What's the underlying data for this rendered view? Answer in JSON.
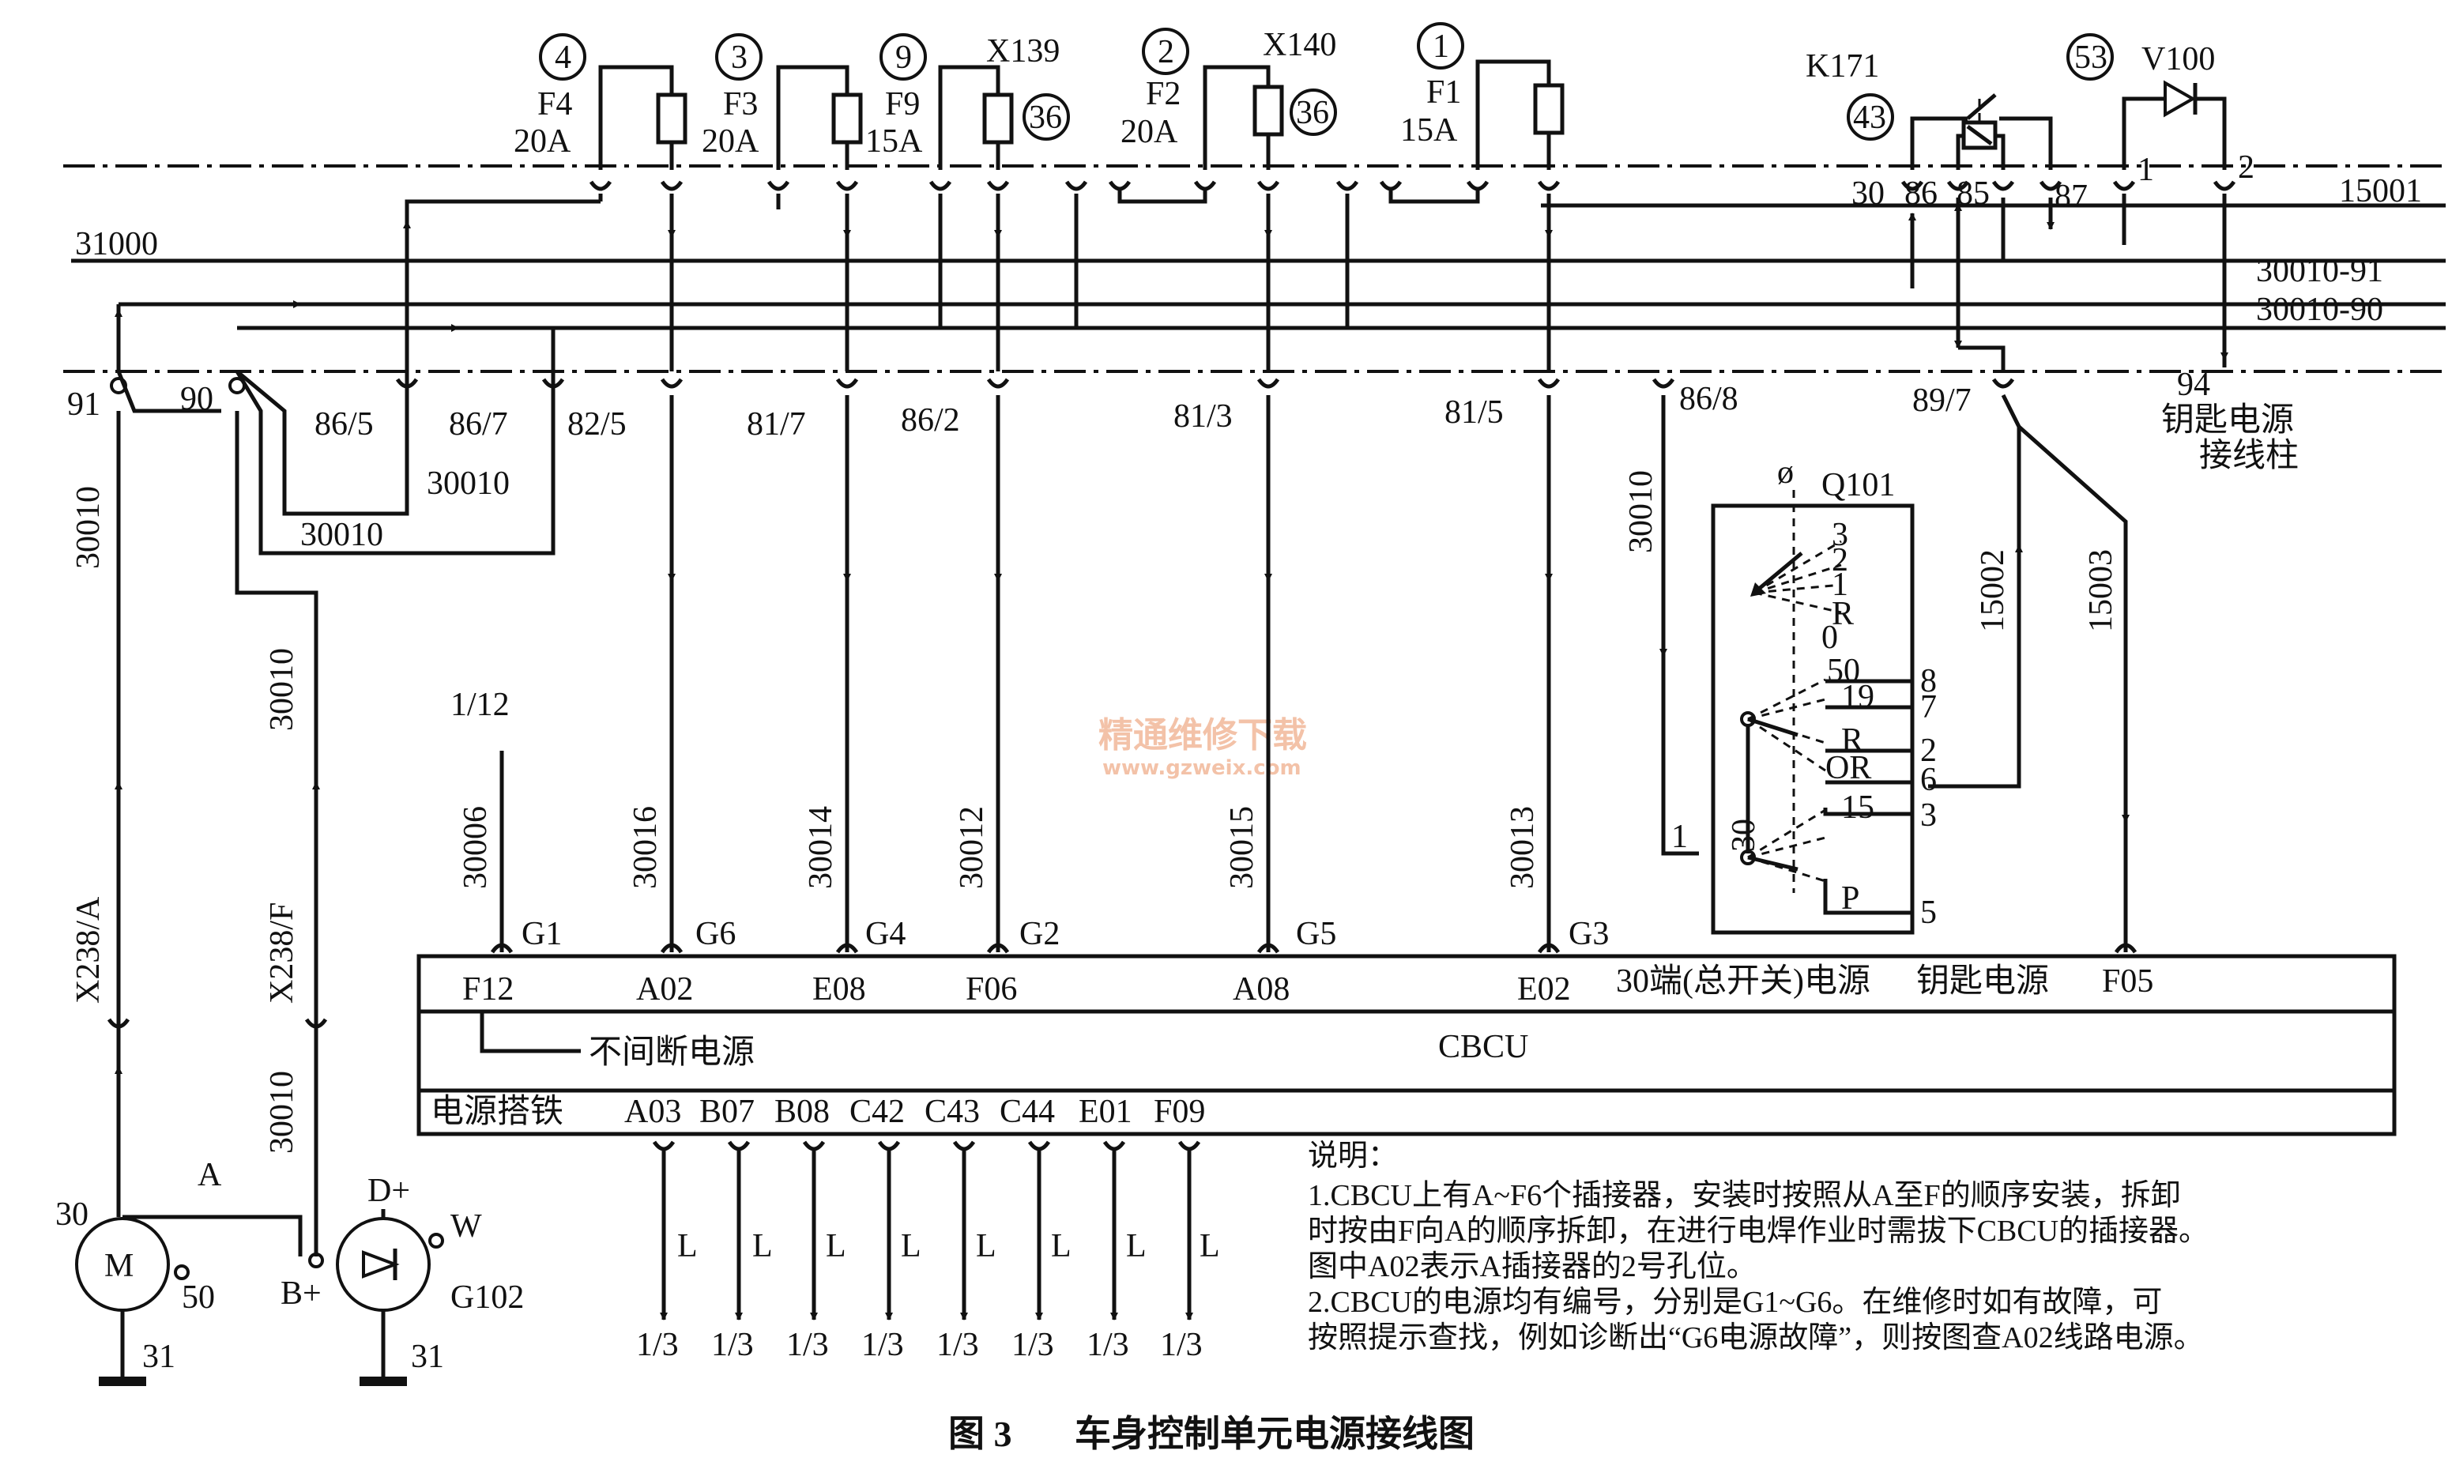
{
  "fuses": [
    {
      "circle": "4",
      "name": "F4",
      "rating": "20A"
    },
    {
      "circle": "3",
      "name": "F3",
      "rating": "20A"
    },
    {
      "circle": "9",
      "name": "F9",
      "rating": "15A"
    },
    {
      "circle": "2",
      "name": "F2",
      "rating": "20A"
    },
    {
      "circle": "1",
      "name": "F1",
      "rating": "15A"
    }
  ],
  "connectors_top": {
    "x139": "X139",
    "x140": "X140",
    "c36": "36"
  },
  "relay": {
    "name": "K171",
    "circle": "43",
    "pins": [
      "30",
      "86",
      "85",
      "87"
    ]
  },
  "diode": {
    "name": "V100",
    "circle": "53",
    "pins": [
      "1",
      "2"
    ]
  },
  "buses": {
    "b15001": "15001",
    "b31000": "31000",
    "b91": "30010-91",
    "b90": "30010-90"
  },
  "pins_mid": [
    "91",
    "90",
    "86/5",
    "86/7",
    "82/5",
    "81/7",
    "86/2",
    "81/3",
    "81/5",
    "86/8",
    "89/7",
    "94"
  ],
  "key_post": [
    "钥匙电源",
    "接线柱"
  ],
  "wire_labels": {
    "w30010": "30010",
    "x238a": "X238/A",
    "x238f": "X238/F",
    "w30006": "30006",
    "w30016": "30016",
    "w30014": "30014",
    "w30012": "30012",
    "w30015": "30015",
    "w30013": "30013",
    "w15002": "15002",
    "w15003": "15003",
    "w112": "1/12",
    "a": "A",
    "l": "L",
    "g13": "1/3"
  },
  "switch": {
    "name": "Q101",
    "pos_top": [
      "3",
      "2",
      "1",
      "R",
      "0"
    ],
    "pos_mid": [
      "50",
      "19",
      "R",
      "OR"
    ],
    "pos_bot": [
      "15",
      "P"
    ],
    "out_mid": [
      "8",
      "7",
      "2",
      "6"
    ],
    "out_bot": [
      "3",
      "5"
    ],
    "in_pin": "1",
    "in_wire": "30"
  },
  "cbcu": {
    "title": "CBCU",
    "g_labels": [
      "G1",
      "G6",
      "G4",
      "G2",
      "G5",
      "G3"
    ],
    "top_pins": [
      "F12",
      "A02",
      "E08",
      "F06",
      "A08",
      "E02",
      "F05"
    ],
    "label_30": "30端(总开关)电源",
    "label_key": "钥匙电源",
    "label_ups": "不间断电源",
    "ground": "电源搭铁",
    "gnd_pins": [
      "A03",
      "B07",
      "B08",
      "C42",
      "C43",
      "C44",
      "E01",
      "F09"
    ]
  },
  "motor": {
    "m": "M",
    "p30": "30",
    "p50": "50",
    "p31": "31"
  },
  "gen": {
    "name": "G102",
    "dplus": "D+",
    "w": "W",
    "bplus": "B+",
    "p31": "31"
  },
  "notes": [
    "说明：",
    "1.CBCU上有A~F6个插接器，安装时按照从A至F的顺序安装，拆卸",
    "时按由F向A的顺序拆卸，在进行电焊作业时需拔下CBCU的插接器。",
    "图中A02表示A插接器的2号孔位。",
    "2.CBCU的电源均有编号，分别是G1~G6。在维修时如有故障，可",
    "按照提示查找，例如诊断出“G6电源故障”，则按图查A02线路电源。"
  ],
  "caption": {
    "fig": "图 3",
    "title": "车身控制单元电源接线图"
  },
  "watermark": {
    "cn": "精通维修下载",
    "url": "www.gzweix.com"
  },
  "colors": {
    "ink": "#111111",
    "watermark": "#f3c2a8",
    "paper": "#ffffff"
  }
}
